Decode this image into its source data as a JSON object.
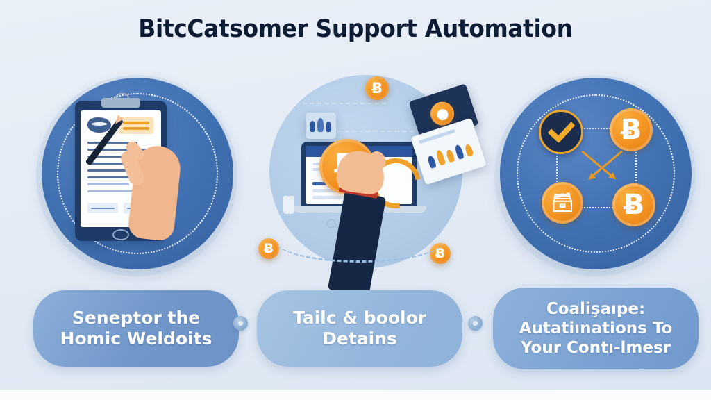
{
  "page": {
    "title": "BitcCatsomer Support Automation",
    "background_color": "#e3ebf5",
    "title_color": "#0d1b33"
  },
  "steps": [
    {
      "id": "step-1",
      "caption_lines": [
        "Seneptor the",
        "Homic Weldoits"
      ],
      "circle_style": "dark-blue",
      "circle_color": "#4272b4",
      "illustration": "clipboard-form-with-hand-and-pen",
      "icons": [
        "clipboard-icon",
        "form-document-icon",
        "pen-icon",
        "hand-icon",
        "highlight-field-icon"
      ]
    },
    {
      "id": "step-2",
      "caption_lines": [
        "Tailc & boolor",
        "Detains"
      ],
      "circle_style": "light-blue",
      "circle_color": "#b3cce6",
      "illustration": "laptop-browser-with-bitcoin-and-hand",
      "icons": [
        "laptop-icon",
        "bitcoin-coin-icon",
        "hand-icon",
        "tablet-card-icon",
        "gear-icon",
        "refresh-arrow-icon"
      ]
    },
    {
      "id": "step-3",
      "caption_lines": [
        "Coalişaıpe:",
        "Autatiınations To",
        "Your Contı-lmesr"
      ],
      "circle_style": "dark-blue",
      "circle_color": "#4272b4",
      "illustration": "bitcoin-network-nodes",
      "icons": [
        "checkmark-icon",
        "bitcoin-coin-icon",
        "wallet-coin-icon",
        "bitcoin-coin-icon",
        "cross-arrows-icon"
      ]
    }
  ],
  "coins": {
    "bitcoin_symbol": "Ƀ",
    "accent_orange": "#f29120",
    "accent_dark_navy": "#1b2c4d"
  },
  "connectors": [
    {
      "id": "connector-1-2",
      "shape": "dot"
    },
    {
      "id": "connector-2-3",
      "shape": "dot"
    }
  ]
}
